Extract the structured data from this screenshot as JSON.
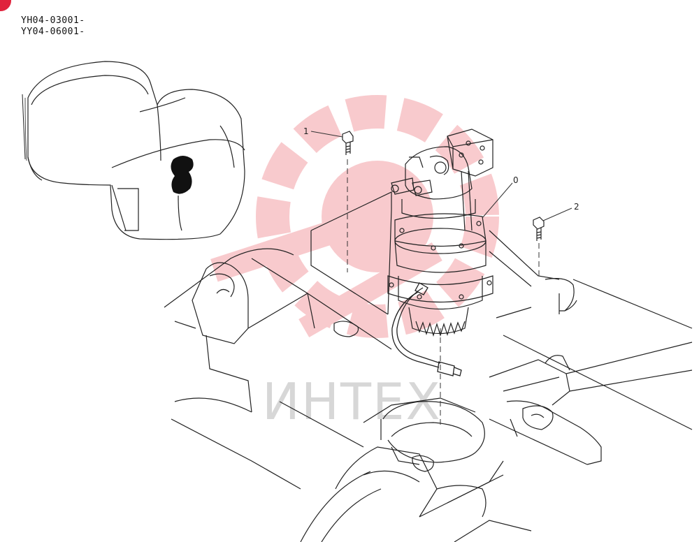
{
  "serial_ranges": [
    "YH04-03001-",
    "YY04-06001-"
  ],
  "callouts": [
    {
      "id": "0",
      "label": "0"
    },
    {
      "id": "1",
      "label": "1"
    },
    {
      "id": "2",
      "label": "2"
    }
  ],
  "watermark": {
    "text": "ИНТЕХ",
    "color": "#e8464f"
  },
  "badge_color": "#e0223c"
}
